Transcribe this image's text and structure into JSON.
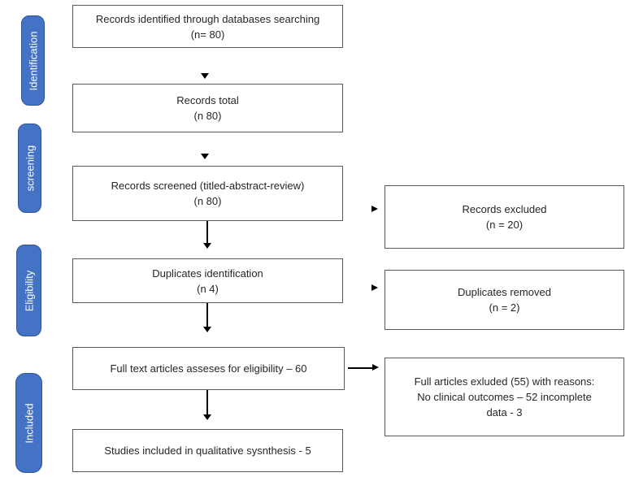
{
  "diagram": {
    "type": "prisma-flow-diagram",
    "stages": [
      {
        "label": "Identification"
      },
      {
        "label": "screening"
      },
      {
        "label": "Eligibility"
      },
      {
        "label": "Included"
      }
    ],
    "main_boxes": [
      {
        "name": "records-identified",
        "lines": [
          "Records identified through databases searching",
          "(n= 80)"
        ]
      },
      {
        "name": "records-total",
        "lines": [
          "Records total",
          "(n 80)"
        ]
      },
      {
        "name": "records-screened",
        "lines": [
          "Records screened (titled-abstract-review)",
          "(n 80)"
        ]
      },
      {
        "name": "duplicates-identification",
        "lines": [
          "Duplicates identification",
          "(n 4)"
        ]
      },
      {
        "name": "full-text-assessed",
        "lines": [
          "Full text articles asseses for eligibility – 60"
        ]
      },
      {
        "name": "studies-included",
        "lines": [
          "Studies included in qualitative sysnthesis - 5"
        ]
      }
    ],
    "side_boxes": [
      {
        "name": "records-excluded",
        "lines": [
          "Records excluded",
          "(n = 20)"
        ]
      },
      {
        "name": "duplicates-removed",
        "lines": [
          "Duplicates removed",
          "(n = 2)"
        ]
      },
      {
        "name": "full-articles-excluded",
        "lines": [
          "Full articles exluded (55) with reasons:",
          "No clinical outcomes – 52 incomplete",
          "data - 3"
        ]
      }
    ],
    "colors": {
      "stage_fill": "#4472c4",
      "stage_border": "#2f5597",
      "box_border": "#595959",
      "arrow": "#000000",
      "text": "#262626",
      "background": "#ffffff"
    }
  }
}
